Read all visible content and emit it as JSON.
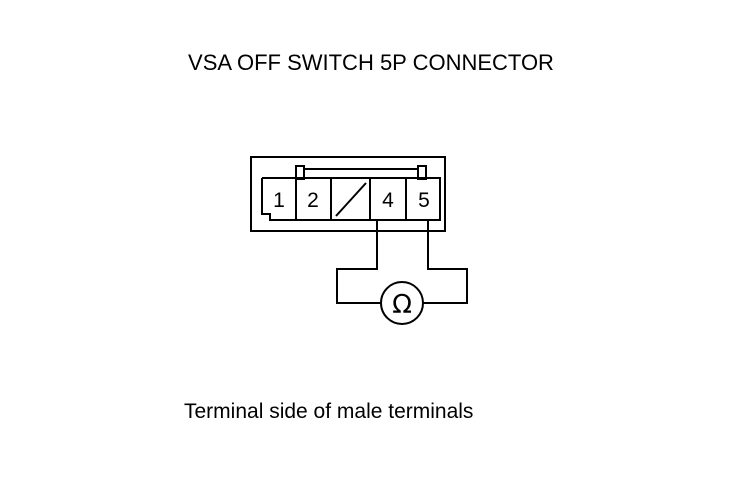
{
  "title": "VSA OFF SWITCH 5P CONNECTOR",
  "caption": "Terminal side of male terminals",
  "connector": {
    "terminals": [
      {
        "label": "1"
      },
      {
        "label": "2"
      },
      {
        "label": ""
      },
      {
        "label": "4"
      },
      {
        "label": "5"
      }
    ]
  },
  "meter": {
    "symbol": "Ω",
    "icon": "ohmmeter-icon"
  }
}
